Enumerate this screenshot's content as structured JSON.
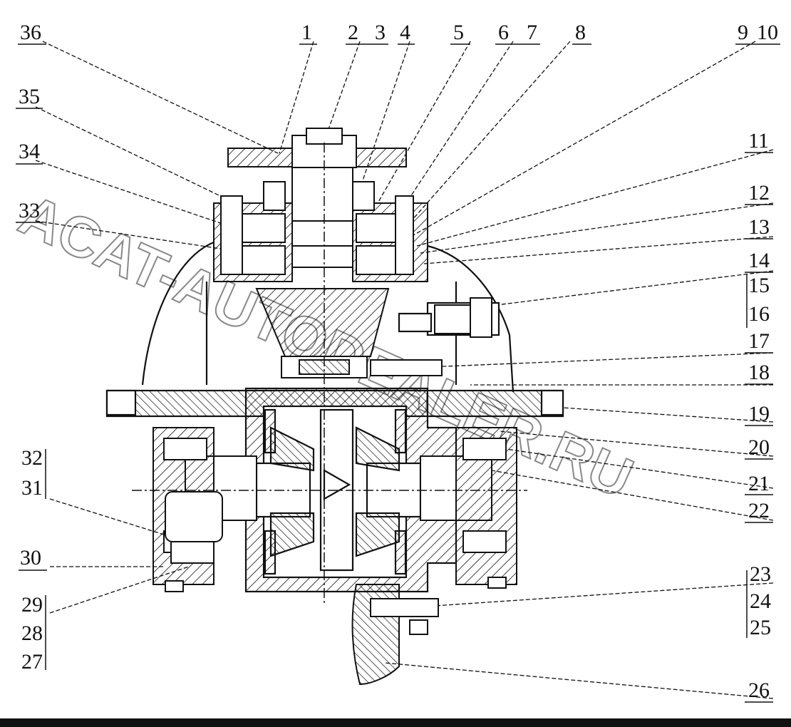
{
  "callouts_top": [
    "36",
    "1",
    "2",
    "3",
    "4",
    "5",
    "6",
    "7",
    "8",
    "9",
    "10"
  ],
  "callouts_left": [
    "35",
    "34",
    "33",
    "32",
    "31",
    "30",
    "29",
    "28",
    "27"
  ],
  "callouts_right": [
    "11",
    "12",
    "13",
    "14",
    "15",
    "16",
    "17",
    "18",
    "19",
    "20",
    "21",
    "22",
    "23",
    "24",
    "25",
    "26"
  ],
  "watermark": "ACAT-AUTODEALER.RU",
  "colors": {
    "line": "#111111",
    "watermark": "#888888",
    "bar": "#111111"
  }
}
